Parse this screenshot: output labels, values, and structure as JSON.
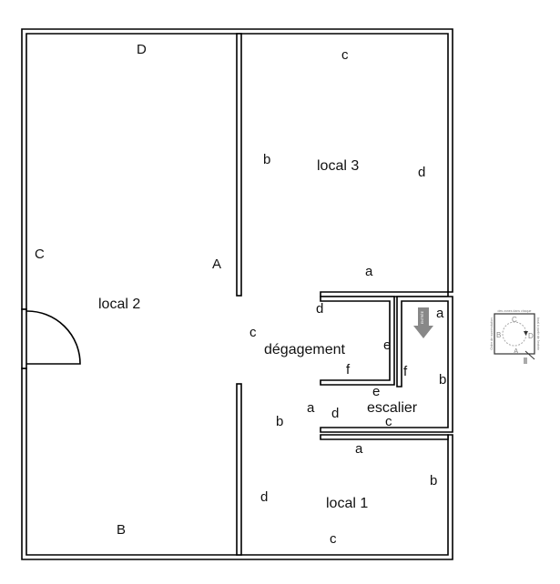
{
  "rooms": {
    "local1": "local 1",
    "local2": "local 2",
    "local3": "local 3",
    "degagement": "dégagement",
    "escalier": "escalier"
  },
  "local2_walls": {
    "A": "A",
    "B": "B",
    "C": "C",
    "D": "D"
  },
  "local3_walls": {
    "a": "a",
    "b": "b",
    "c": "c",
    "d": "d"
  },
  "degagement_walls": {
    "a": "a",
    "b": "b",
    "c": "c",
    "d": "d",
    "e": "e",
    "f": "f"
  },
  "escalier_walls": {
    "a": "a",
    "b": "b",
    "c": "c",
    "d": "d",
    "e": "e",
    "f": "f"
  },
  "local1_walls": {
    "a": "a",
    "b": "b",
    "c": "c",
    "d": "d"
  },
  "entry_label": "ENTRÉE",
  "legend": {
    "top": "des zones dans chaque",
    "left": "Ordre de numérotation",
    "right": "local à partir de l'entrée",
    "A": "A",
    "B": "B",
    "C": "C",
    "D": "D"
  }
}
